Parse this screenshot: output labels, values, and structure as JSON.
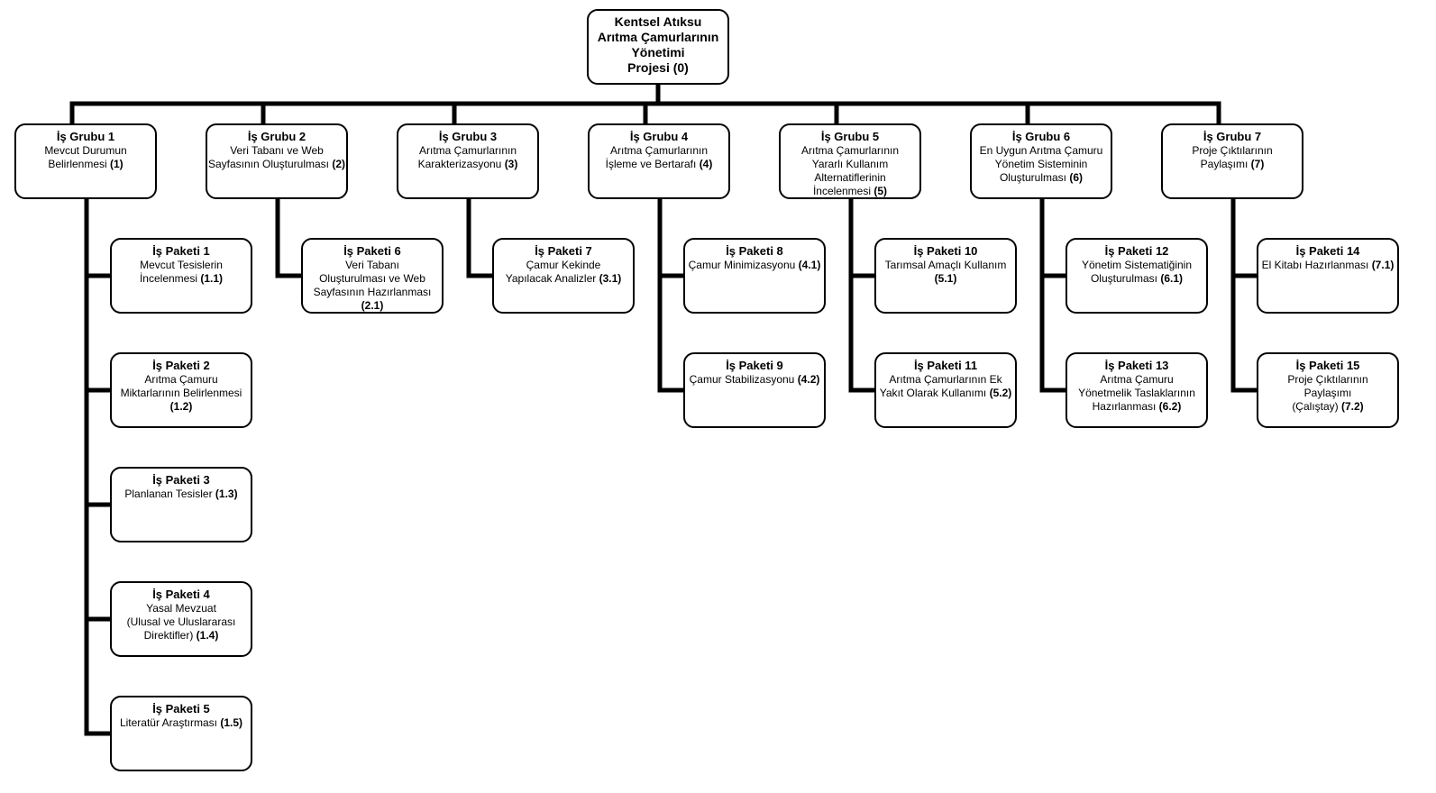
{
  "root": {
    "lines": [
      "Kentsel Atıksu",
      "Arıtma Çamurlarının",
      "Yönetimi",
      "Projesi (0)"
    ]
  },
  "groups": [
    {
      "title": "İş Grubu 1",
      "lines": [
        "Mevcut Durumun",
        "Belirlenmesi"
      ],
      "code": "(1)",
      "packages": [
        {
          "title": "İş Paketi 1",
          "lines": [
            "Mevcut Tesislerin",
            "İncelenmesi"
          ],
          "code": "(1.1)"
        },
        {
          "title": "İş Paketi 2",
          "lines": [
            "Arıtma Çamuru",
            "Miktarlarının Belirlenmesi"
          ],
          "code": "(1.2)"
        },
        {
          "title": "İş Paketi 3",
          "lines": [
            "Planlanan Tesisler"
          ],
          "code": "(1.3)"
        },
        {
          "title": "İş Paketi 4",
          "lines": [
            "Yasal Mevzuat",
            "(Ulusal ve Uluslararası",
            "Direktifler)"
          ],
          "code": "(1.4)"
        },
        {
          "title": "İş Paketi 5",
          "lines": [
            "Literatür Araştırması"
          ],
          "code": "(1.5)"
        }
      ]
    },
    {
      "title": "İş Grubu 2",
      "lines": [
        "Veri Tabanı ve Web",
        "Sayfasının Oluşturulması"
      ],
      "code": "(2)",
      "packages": [
        {
          "title": "İş Paketi 6",
          "lines": [
            "Veri Tabanı",
            "Oluşturulması ve Web",
            "Sayfasının Hazırlanması"
          ],
          "code": "(2.1)"
        }
      ]
    },
    {
      "title": "İş Grubu 3",
      "lines": [
        "Arıtma Çamurlarının",
        "Karakterizasyonu"
      ],
      "code": "(3)",
      "packages": [
        {
          "title": "İş Paketi 7",
          "lines": [
            "Çamur Kekinde",
            "Yapılacak Analizler"
          ],
          "code": "(3.1)"
        }
      ]
    },
    {
      "title": "İş Grubu 4",
      "lines": [
        "Arıtma Çamurlarının",
        "İşleme ve Bertarafı"
      ],
      "code": "(4)",
      "packages": [
        {
          "title": "İş Paketi 8",
          "lines": [
            "Çamur Minimizasyonu"
          ],
          "code": "(4.1)"
        },
        {
          "title": "İş Paketi 9",
          "lines": [
            "Çamur Stabilizasyonu"
          ],
          "code": "(4.2)"
        }
      ]
    },
    {
      "title": "İş Grubu 5",
      "lines": [
        "Arıtma Çamurlarının",
        "Yararlı Kullanım",
        "Alternatiflerinin",
        "İncelenmesi"
      ],
      "code": "(5)",
      "packages": [
        {
          "title": "İş Paketi 10",
          "lines": [
            "Tarımsal Amaçlı Kullanım"
          ],
          "code": "(5.1)"
        },
        {
          "title": "İş Paketi 11",
          "lines": [
            "Arıtma Çamurlarının Ek",
            "Yakıt Olarak Kullanımı"
          ],
          "code": "(5.2)"
        }
      ]
    },
    {
      "title": "İş Grubu 6",
      "lines": [
        "En Uygun Arıtma Çamuru",
        "Yönetim Sisteminin",
        "Oluşturulması"
      ],
      "code": "(6)",
      "packages": [
        {
          "title": "İş Paketi 12",
          "lines": [
            "Yönetim Sistematiğinin",
            "Oluşturulması"
          ],
          "code": "(6.1)"
        },
        {
          "title": "İş Paketi 13",
          "lines": [
            "Arıtma Çamuru",
            "Yönetmelik  Taslaklarının",
            "Hazırlanması"
          ],
          "code": "(6.2)"
        }
      ]
    },
    {
      "title": "İş Grubu 7",
      "lines": [
        "Proje Çıktılarının",
        "Paylaşımı"
      ],
      "code": "(7)",
      "packages": [
        {
          "title": "İş Paketi 14",
          "lines": [
            "El Kitabı Hazırlanması"
          ],
          "code": "(7.1)"
        },
        {
          "title": "İş Paketi 15",
          "lines": [
            "Proje Çıktılarının",
            "Paylaşımı",
            "(Çalıştay)"
          ],
          "code": "(7.2)"
        }
      ]
    }
  ]
}
